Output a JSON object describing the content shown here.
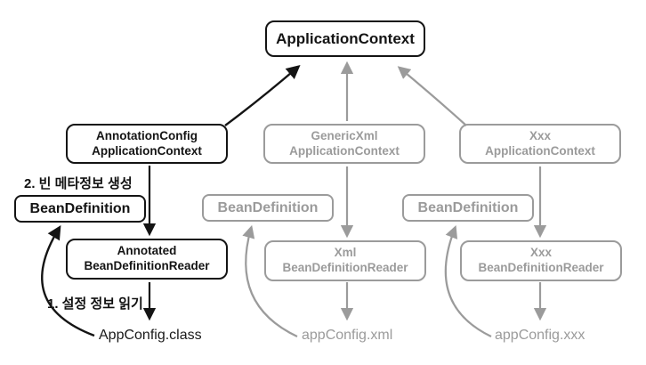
{
  "diagram": {
    "root_label": "ApplicationContext",
    "colors": {
      "active": "#141414",
      "inactive": "#9b9b9b",
      "background": "#ffffff"
    },
    "annotations": {
      "step2": "2. 빈 메타정보 생성",
      "step1": "1. 설정 정보 읽기"
    },
    "columns": [
      {
        "state": "active",
        "context_line1": "AnnotationConfig",
        "context_line2": "ApplicationContext",
        "bean_definition": "BeanDefinition",
        "reader_line1": "Annotated",
        "reader_line2": "BeanDefinitionReader",
        "config_source": "AppConfig.class"
      },
      {
        "state": "inactive",
        "context_line1": "GenericXml",
        "context_line2": "ApplicationContext",
        "bean_definition": "BeanDefinition",
        "reader_line1": "Xml",
        "reader_line2": "BeanDefinitionReader",
        "config_source": "appConfig.xml"
      },
      {
        "state": "inactive",
        "context_line1": "Xxx",
        "context_line2": "ApplicationContext",
        "bean_definition": "BeanDefinition",
        "reader_line1": "Xxx",
        "reader_line2": "BeanDefinitionReader",
        "config_source": "appConfig.xxx"
      }
    ]
  }
}
